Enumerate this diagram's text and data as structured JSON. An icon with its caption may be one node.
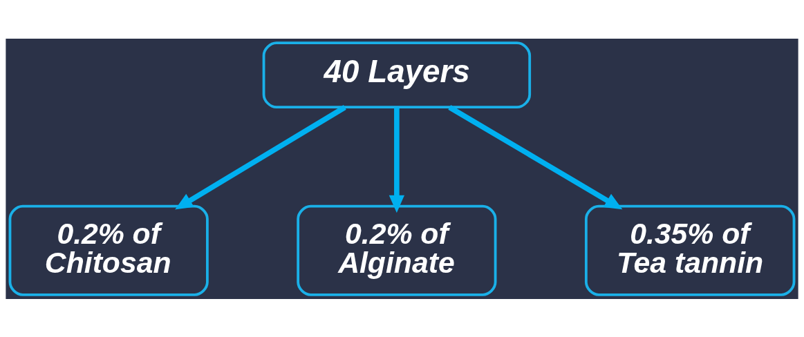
{
  "diagram": {
    "nodes": [
      {
        "text": [
          "40 Layers"
        ]
      },
      {
        "text": [
          "0.2% of Chitosan"
        ]
      },
      {
        "text": [
          "0.2% of Alginate"
        ]
      },
      {
        "text": [
          "0.35% of Tea tannin"
        ]
      }
    ],
    "edges": [
      {
        "from": 0,
        "to": 1,
        "arrow": "to"
      },
      {
        "from": 0,
        "to": 2,
        "arrow": "to"
      },
      {
        "from": 0,
        "to": 3,
        "arrow": "to"
      }
    ]
  }
}
